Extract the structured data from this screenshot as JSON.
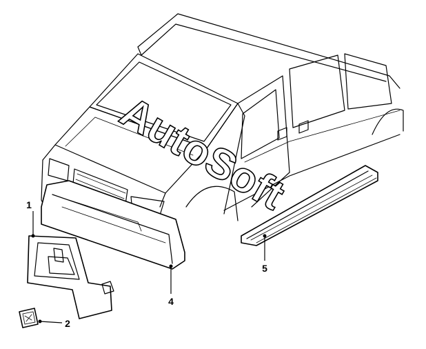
{
  "watermark": {
    "text": "AutoSoft"
  },
  "callouts": [
    {
      "id": "1",
      "label": "1"
    },
    {
      "id": "2",
      "label": "2"
    },
    {
      "id": "4",
      "label": "4"
    },
    {
      "id": "5",
      "label": "5"
    }
  ],
  "colors": {
    "ink": "#000000",
    "paper": "#ffffff"
  }
}
